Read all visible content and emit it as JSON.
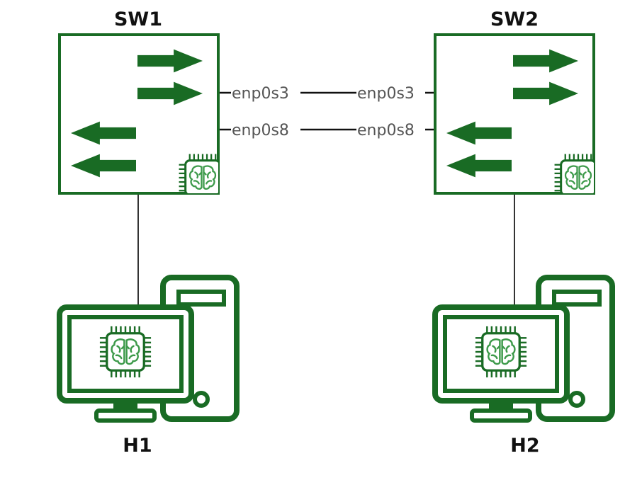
{
  "colors": {
    "device_green": "#196b24",
    "chip_green": "#3d9a4a",
    "line": "#111111",
    "label_gray": "#555555"
  },
  "switches": [
    {
      "name": "SW1",
      "icon": "network-switch-icon"
    },
    {
      "name": "SW2",
      "icon": "network-switch-icon"
    }
  ],
  "hosts": [
    {
      "name": "H1",
      "icon": "desktop-computer-icon"
    },
    {
      "name": "H2",
      "icon": "desktop-computer-icon"
    }
  ],
  "links": [
    {
      "a_iface": "enp0s3",
      "b_iface": "enp0s3"
    },
    {
      "a_iface": "enp0s8",
      "b_iface": "enp0s8"
    }
  ]
}
